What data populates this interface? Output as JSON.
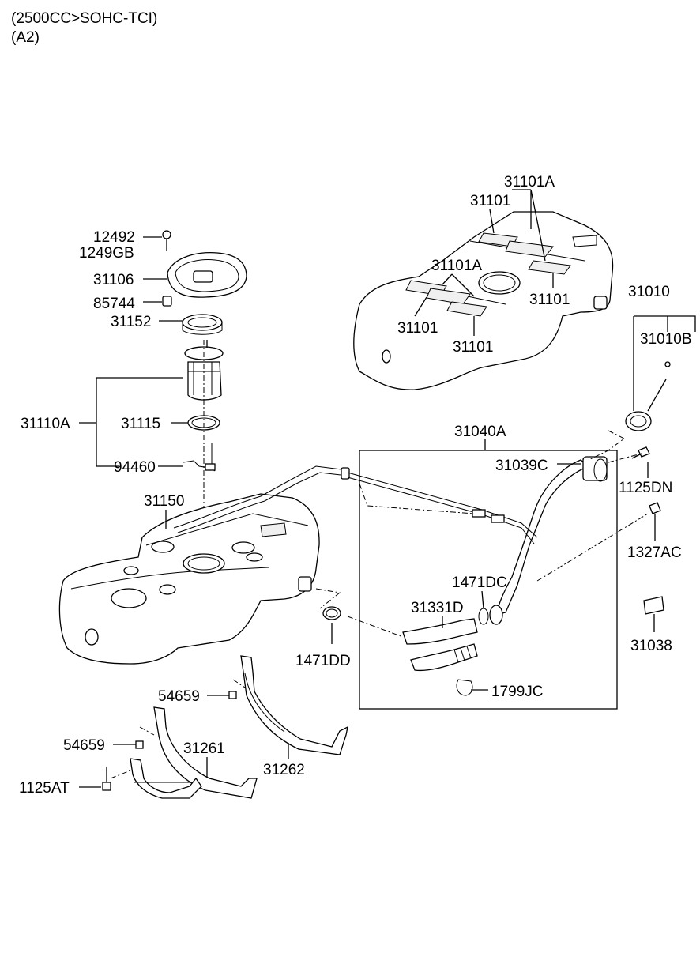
{
  "header": {
    "line1": "(2500CC>SOHC-TCI)",
    "line2": "(A2)"
  },
  "labels": {
    "p12492": "12492",
    "p1249GB": "1249GB",
    "p31106": "31106",
    "p85744": "85744",
    "p31152": "31152",
    "p31110A": "31110A",
    "p31115": "31115",
    "p94460": "94460",
    "p31150": "31150",
    "p31101A_top": "31101A",
    "p31101_top": "31101",
    "p31101A_mid": "31101A",
    "p31101_right": "31101",
    "p31101_left": "31101",
    "p31101_bottom": "31101",
    "p31010": "31010",
    "p31010B": "31010B",
    "p31040A": "31040A",
    "p31039C": "31039C",
    "p1125DN": "1125DN",
    "p1327AC": "1327AC",
    "p1471DC": "1471DC",
    "p31331D": "31331D",
    "p1471DD": "1471DD",
    "p31038": "31038",
    "p1799JC": "1799JC",
    "p54659_a": "54659",
    "p54659_b": "54659",
    "p31261": "31261",
    "p31262": "31262",
    "p1125AT": "1125AT"
  }
}
